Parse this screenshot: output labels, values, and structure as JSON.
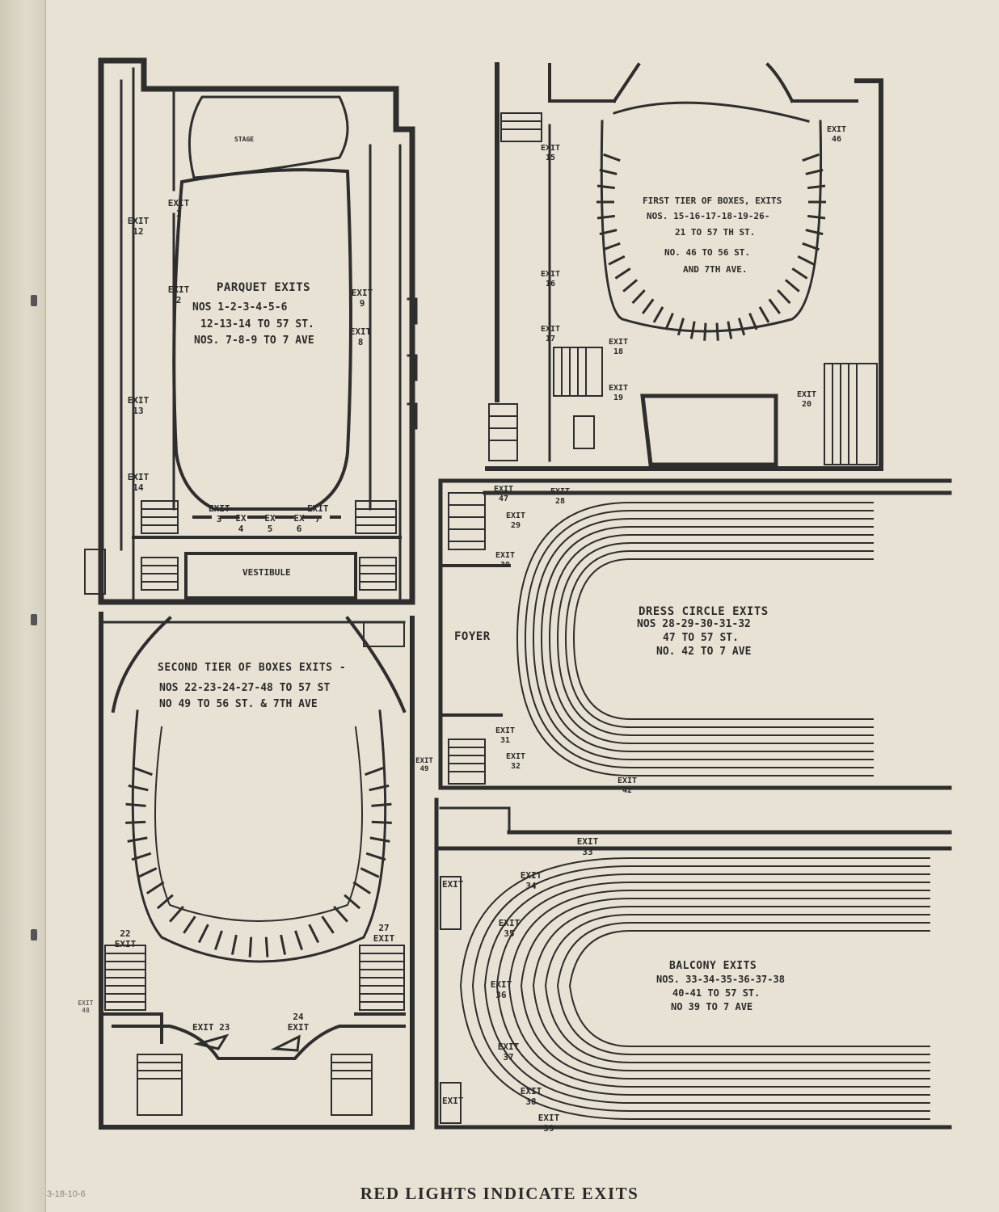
{
  "footer": "RED LIGHTS INDICATE EXITS",
  "pencil_note": "3-18-10-6",
  "parquet": {
    "stage": "STAGE",
    "title": "PARQUET EXITS",
    "line1": "NOS 1-2-3-4-5-6",
    "line2": "12-13-14 TO 57 ST.",
    "line3": "NOS. 7-8-9 TO 7 AVE",
    "vestibule": "VESTIBULE",
    "exits": {
      "e1": "EXIT 1",
      "e2": "EXIT 2",
      "e12": "EXIT 12",
      "e13": "EXIT 13",
      "e14": "EXIT 14",
      "e9": "EXIT 9",
      "e8": "EXIT 8",
      "e3": "EXIT 3",
      "e4": "EX 4",
      "e5": "EX 5",
      "e6": "EX 6",
      "e7": "EXIT 7"
    }
  },
  "first_tier": {
    "title": "FIRST TIER OF BOXES, EXITS",
    "line1": "NOS. 15-16-17-18-19-26-",
    "line2": "21 TO 57 TH ST.",
    "line3": "NO. 46 TO 56 ST.",
    "line4": "AND 7TH AVE.",
    "exits": {
      "e15": "EXIT 15",
      "e16": "EXIT 16",
      "e17": "EXIT 17",
      "e18": "EXIT 18",
      "e19": "EXIT 19",
      "e20": "EXIT 20",
      "e46": "EXIT 46"
    }
  },
  "second_tier": {
    "title": "SECOND TIER OF BOXES EXITS -",
    "line1": "NOS 22-23-24-27-48 TO 57 ST",
    "line2": "NO 49 TO 56 ST. & 7TH AVE",
    "exits": {
      "e22": "22 EXIT",
      "e27": "27 EXIT",
      "e23": "EXIT 23",
      "e24": "24 EXIT",
      "e49": "EXIT 49",
      "e48": "EXIT 48"
    }
  },
  "dress_circle": {
    "title": "DRESS CIRCLE EXITS",
    "line1": "NOS 28-29-30-31-32",
    "line2": "47 TO 57 ST.",
    "line3": "NO. 42 TO 7 AVE",
    "foyer": "FOYER",
    "exits": {
      "e47": "EXIT 47",
      "e28": "EXIT 28",
      "e29": "EXIT 29",
      "e30": "EXIT 30",
      "e31": "EXIT 31",
      "e32": "EXIT 32",
      "e42": "EXIT 42"
    }
  },
  "balcony": {
    "title": "BALCONY EXITS",
    "line1": "NOS. 33-34-35-36-37-38",
    "line2": "40-41 TO 57 ST.",
    "line3": "NO 39 TO 7 AVE",
    "exits": {
      "e33": "EXIT 33",
      "e34": "EXIT 34",
      "e35": "EXIT 35",
      "e36": "EXIT 36",
      "e37": "EXIT 37",
      "e38": "EXIT 38",
      "e39": "EXIT 39",
      "eA": "EXIT",
      "eB": "EXIT"
    }
  }
}
